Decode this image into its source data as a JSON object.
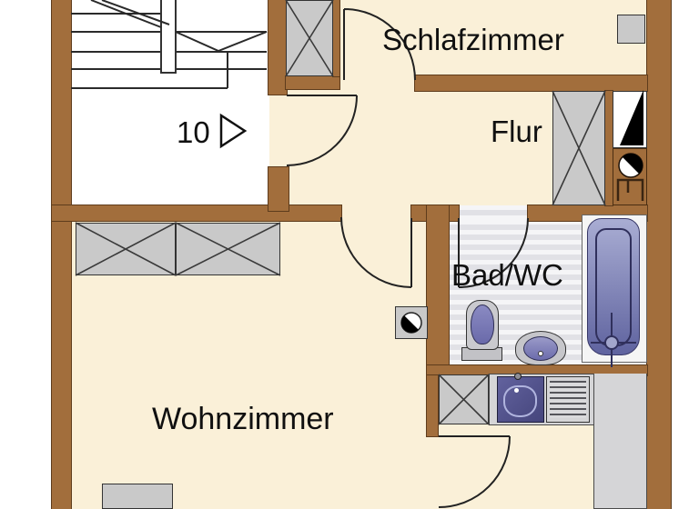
{
  "floorplan": {
    "unit_number": "10",
    "rooms": [
      {
        "id": "schlafzimmer",
        "label": "Schlafzimmer"
      },
      {
        "id": "flur",
        "label": "Flur"
      },
      {
        "id": "bad_wc",
        "label": "Bad/WC"
      },
      {
        "id": "wohnzimmer",
        "label": "Wohnzimmer"
      }
    ]
  },
  "icons": {
    "entrance_arrow": "triangle-right-outline",
    "duct_marker": "half-filled-triangle",
    "vent_marker": "half-filled-circle",
    "stair_direction": "v-chevron"
  },
  "colors": {
    "wall": "#A26E3C",
    "floor_cream": "#FAF0D8",
    "stairwell_floor": "#FFFFFF",
    "bathroom_tile": "#EAEAEE",
    "fixture_gray": "#C9C9C9",
    "counter_gray": "#D5D5D7",
    "sanitary_blue": "#7B7FB8",
    "kitchen_unit_blue": "#53538C",
    "linework": "#2A2A2A"
  }
}
